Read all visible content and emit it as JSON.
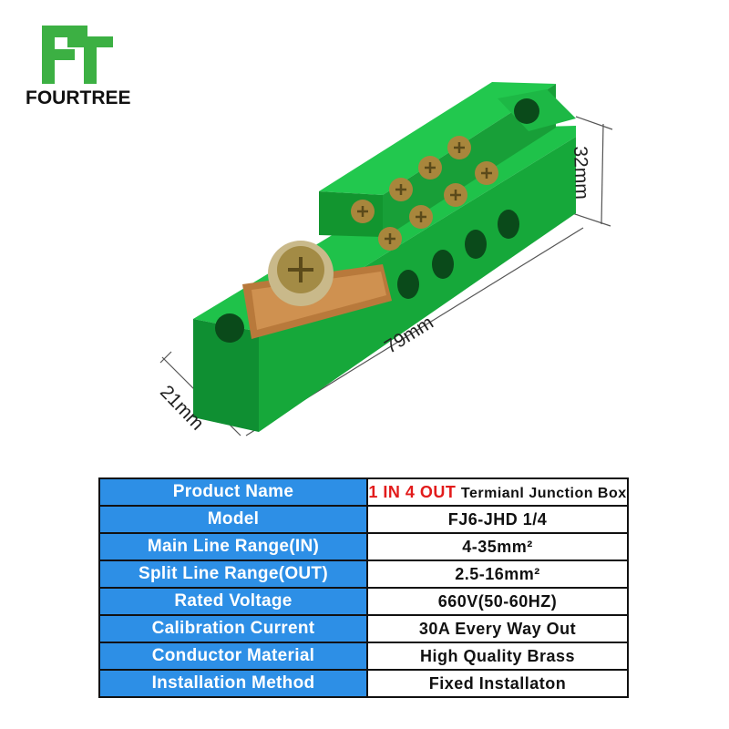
{
  "brand": {
    "name": "FOURTREE",
    "logo_color": "#3cb043"
  },
  "dimensions": {
    "height": "32mm",
    "length": "79mm",
    "width": "21mm"
  },
  "colors": {
    "housing": "#16a83a",
    "table_header": "#2d8fe6",
    "highlight": "#e21b1b"
  },
  "specs": [
    {
      "key": "Product Name",
      "value_highlight": "1 IN 4 OUT",
      "value": "Termianl Junction Box"
    },
    {
      "key": "Model",
      "value": "FJ6-JHD 1/4"
    },
    {
      "key": "Main Line Range(IN)",
      "value": "4-35mm²"
    },
    {
      "key": "Split Line Range(OUT)",
      "value": "2.5-16mm²"
    },
    {
      "key": "Rated Voltage",
      "value": "660V(50-60HZ)"
    },
    {
      "key": "Calibration Current",
      "value": "30A Every Way Out"
    },
    {
      "key": "Conductor Material",
      "value": "High Quality Brass"
    },
    {
      "key": "Installation Method",
      "value": "Fixed Installaton"
    }
  ]
}
